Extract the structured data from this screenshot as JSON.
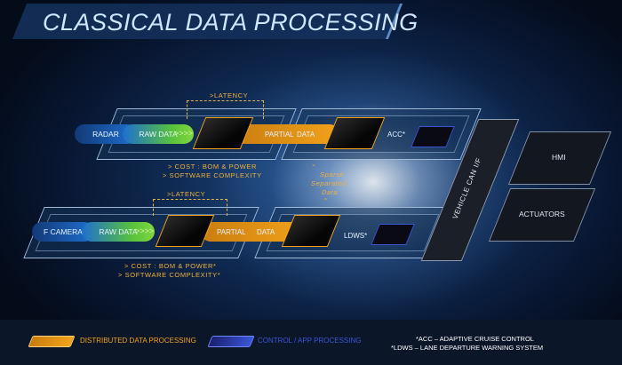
{
  "title": "CLASSICAL DATA PROCESSING",
  "row1": {
    "sensor": "RADAR",
    "raw": "RAW DATA",
    "chevrons": ">>>>",
    "partial": "PARTIAL",
    "data": "DATA",
    "app": "ACC*",
    "latency": ">LATENCY",
    "cost": "> COST : BOM & POWER",
    "complexity": "> SOFTWARE COMPLEXITY"
  },
  "row2": {
    "sensor": "F CAMERA",
    "raw": "RAW DATA",
    "chevrons": ">>>>",
    "partial": "PARTIAL",
    "data": "DATA",
    "app": "LDWS*",
    "latency": ">LATENCY",
    "cost": "> COST : BOM & POWER*",
    "complexity": "> SOFTWARE COMPLEXITY*"
  },
  "sparse_lines": [
    "Sparse",
    "Separated",
    "Data"
  ],
  "vehicle_can": "VEHICLE CAN I/F",
  "hmi": "HMI",
  "actuators": "ACTUATORS",
  "legend": {
    "distributed": "DISTRIBUTED DATA PROCESSING",
    "control": "CONTROL / APP PROCESSING"
  },
  "footnotes": [
    "*ACC – ADAPTIVE CRUISE CONTROL",
    "*LDWS – LANE DEPARTURE WARNING SYSTEM"
  ],
  "colors": {
    "orange": "#f2a21a",
    "blue": "#3b56d9",
    "green": "#59c33a",
    "sensor_blue": "#1f6fd0"
  }
}
